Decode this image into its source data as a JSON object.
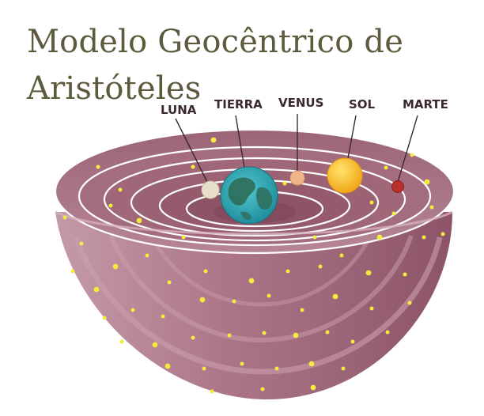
{
  "title": {
    "line1": "Modelo Geocêntrico de",
    "line2": "Aristóteles"
  },
  "labels": {
    "luna": "LUNA",
    "tierra": "TIERRA",
    "venus": "VENUS",
    "sol": "SOL",
    "marte": "MARTE"
  },
  "colors": {
    "title_text": "#5d5a3e",
    "bowl_top": "#a56c7e",
    "bowl_side": "#b17e90",
    "bowl_shadow": "#7a3f53",
    "ring_lines": "#ffffff",
    "stars": "#f4ec3a",
    "luna": "#e7dfc9",
    "tierra_ocean": "#2aa8b4",
    "tierra_land": "#2f6d5a",
    "venus": "#f1b58a",
    "sol": "#f7b51d",
    "marte": "#b8302e"
  }
}
